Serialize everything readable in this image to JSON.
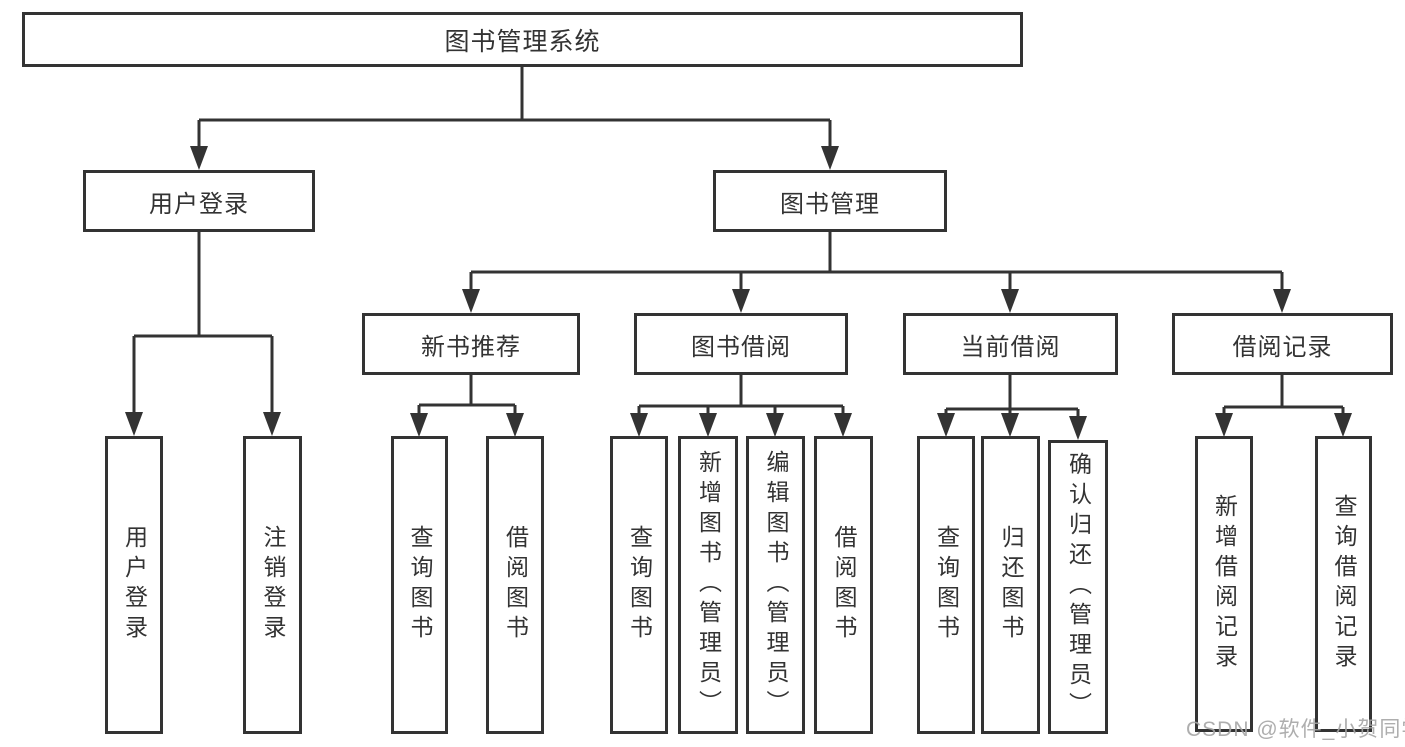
{
  "diagram": {
    "colors": {
      "line": "#333333",
      "text": "#333333",
      "background": "#ffffff",
      "watermark": "#a5a5a5"
    },
    "root": {
      "label": "图书管理系统"
    },
    "level2": [
      {
        "label": "用户登录"
      },
      {
        "label": "图书管理"
      }
    ],
    "level3": [
      {
        "label": "新书推荐"
      },
      {
        "label": "图书借阅"
      },
      {
        "label": "当前借阅"
      },
      {
        "label": "借阅记录"
      }
    ],
    "leaves": {
      "user_login": [
        {
          "label": "用户登录"
        },
        {
          "label": "注销登录"
        }
      ],
      "new_book_recommend": [
        {
          "label": "查询图书"
        },
        {
          "label": "借阅图书"
        }
      ],
      "book_borrow": [
        {
          "label": "查询图书"
        },
        {
          "label": "新增图书（管理员）"
        },
        {
          "label": "编辑图书（管理员）"
        },
        {
          "label": "借阅图书"
        }
      ],
      "current_borrow": [
        {
          "label": "查询图书"
        },
        {
          "label": "归还图书"
        },
        {
          "label": "确认归还（管理员）"
        }
      ],
      "borrow_record": [
        {
          "label": "新增借阅记录"
        },
        {
          "label": "查询借阅记录"
        }
      ]
    },
    "watermark": "CSDN @软件_小贺同学"
  }
}
